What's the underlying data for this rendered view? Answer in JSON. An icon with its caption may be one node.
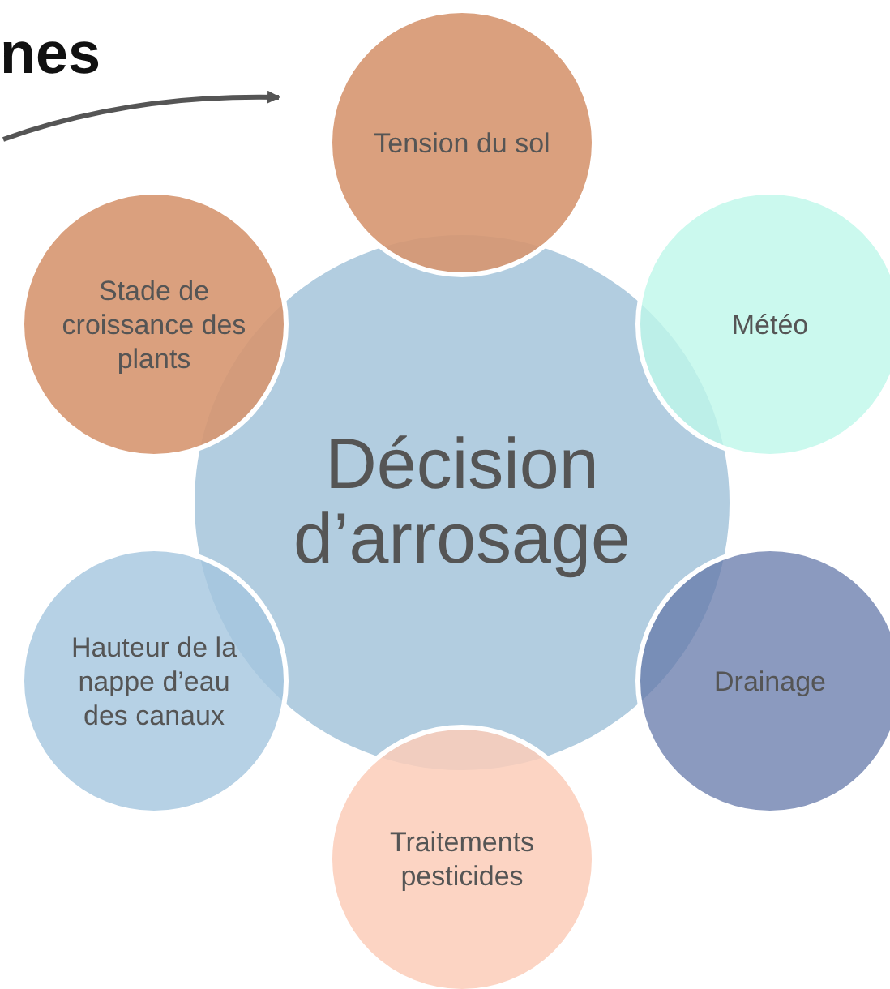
{
  "diagram": {
    "nodes": [
      {
        "text": [
          "Tension du sol"
        ]
      },
      {
        "text": [
          "Stade de croissance des plants"
        ]
      },
      {
        "text": [
          "Météo"
        ]
      },
      {
        "text": [
          "Décision d’arrosage"
        ]
      },
      {
        "text": [
          "Hauteur de la nappe d’eau des canaux"
        ]
      },
      {
        "text": [
          "Drainage"
        ]
      },
      {
        "text": [
          "Traitements pesticides"
        ]
      }
    ],
    "labels": [
      "nes"
    ]
  }
}
